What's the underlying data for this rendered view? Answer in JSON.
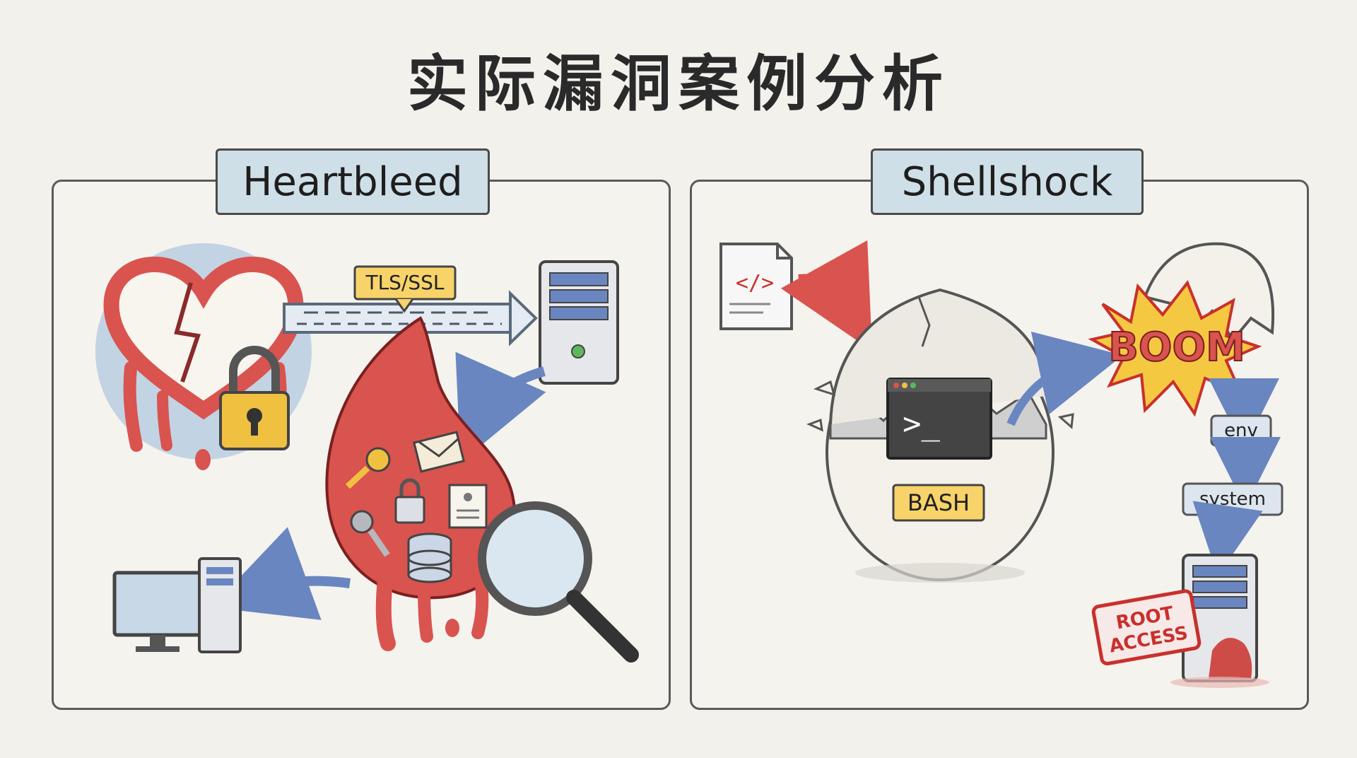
{
  "title": "实际漏洞案例分析",
  "panels": {
    "heartbleed": {
      "tab_label": "Heartbleed",
      "protocol_label": "TLS/SSL"
    },
    "shellshock": {
      "tab_label": "Shellshock",
      "terminal_prompt": ">_",
      "shell_label": "BASH",
      "explosion_label": "BOOM",
      "flow_steps": [
        "env",
        "system"
      ],
      "stamp_line1": "ROOT",
      "stamp_line2": "ACCESS"
    }
  },
  "colors": {
    "background": "#f3f1ec",
    "tab_fill": "#cfdfe8",
    "blood_red": "#d9534f",
    "lock_gold": "#f0c040",
    "arrow_blue": "#6a86c0",
    "label_yellow": "#f7d36a"
  },
  "icons": [
    "bleeding-heart-icon",
    "padlock-icon",
    "server-icon",
    "key-icon",
    "envelope-icon",
    "document-icon",
    "database-icon",
    "magnifier-icon",
    "desktop-computer-icon",
    "code-file-icon",
    "cracked-egg-icon",
    "terminal-icon",
    "explosion-icon",
    "root-access-stamp"
  ]
}
